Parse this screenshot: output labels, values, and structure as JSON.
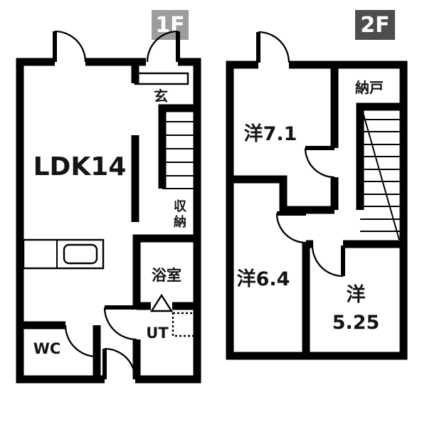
{
  "colors": {
    "badge1_bg": "#9d9d9d",
    "badge2_bg": "#4d4d4d",
    "wall": "#000000",
    "background": "#ffffff"
  },
  "floor1": {
    "badge": "1F",
    "rooms": {
      "ldk": "LDK14",
      "entrance": "玄",
      "closet_char_top": "収",
      "closet_char_bottom": "納",
      "bath": "浴室",
      "utility": "UT",
      "toilet": "WC"
    }
  },
  "floor2": {
    "badge": "2F",
    "rooms": {
      "bedroom_a": "洋7.1",
      "storeroom": "納戸",
      "bedroom_b": "洋6.4",
      "bedroom_c_kanji": "洋",
      "bedroom_c_size": "5.25"
    }
  }
}
